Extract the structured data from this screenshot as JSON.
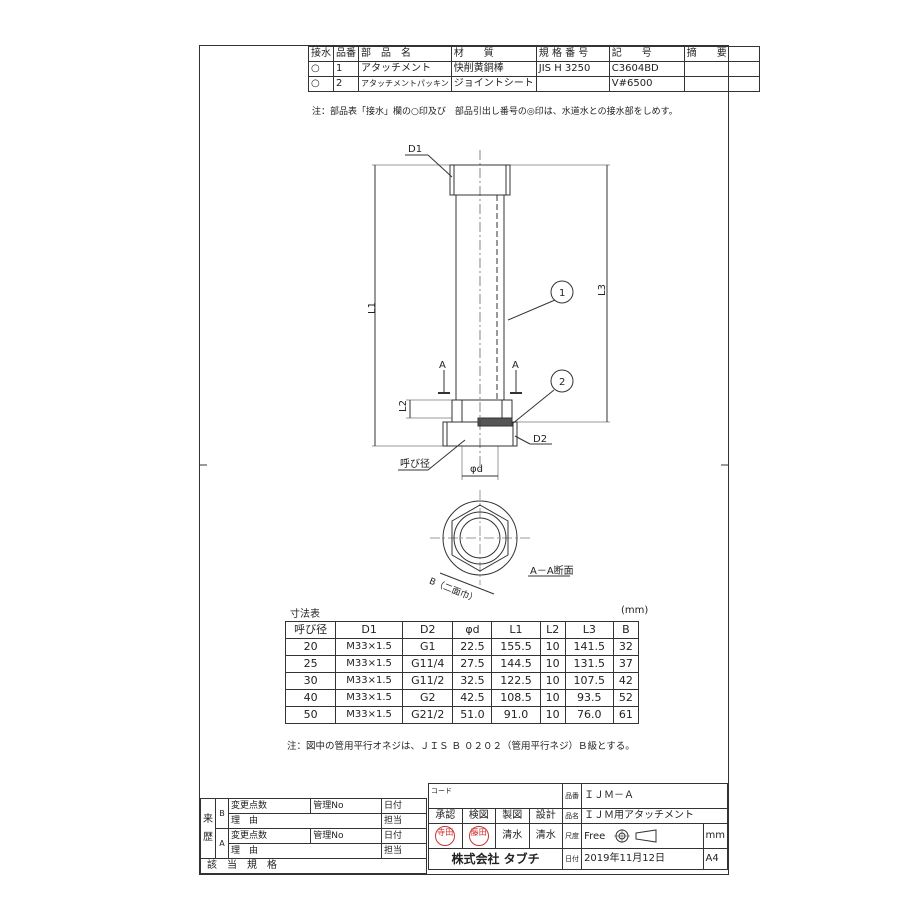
{
  "parts_table": {
    "headers": [
      "接水",
      "品番",
      "部　品　名",
      "材　　質",
      "規 格 番 号",
      "記　　号",
      "摘　　要"
    ],
    "rows": [
      [
        "○",
        "1",
        "アタッチメント",
        "快削黄銅棒",
        "JIS H 3250",
        "C3604BD",
        ""
      ],
      [
        "○",
        "2",
        "アタッチメントパッキン",
        "ジョイントシート",
        "",
        "V#6500",
        ""
      ]
    ],
    "note": "注：部品表「接水」欄の○印及び　部品引出し番号の◎印は、水道水との接水部をしめす。"
  },
  "drawing": {
    "labels": {
      "d1": "D1",
      "d2": "D2",
      "l1": "L1",
      "l2": "L2",
      "l3": "L3",
      "section_a_left": "A",
      "section_a_right": "A",
      "callout_1": "1",
      "callout_2": "2",
      "nominal": "呼び径",
      "phi_d": "φd",
      "b_width": "B（二面巾）",
      "section_title": "A－A断面"
    }
  },
  "dims_table": {
    "title": "寸法表",
    "unit": "(mm)",
    "headers": [
      "呼び径",
      "D1",
      "D2",
      "φd",
      "L1",
      "L2",
      "L3",
      "B"
    ],
    "rows": [
      [
        "20",
        "M33×1.5",
        "G1",
        "22.5",
        "155.5",
        "10",
        "141.5",
        "32"
      ],
      [
        "25",
        "M33×1.5",
        "G11/4",
        "27.5",
        "144.5",
        "10",
        "131.5",
        "37"
      ],
      [
        "30",
        "M33×1.5",
        "G11/2",
        "32.5",
        "122.5",
        "10",
        "107.5",
        "42"
      ],
      [
        "40",
        "M33×1.5",
        "G2",
        "42.5",
        "108.5",
        "10",
        "93.5",
        "52"
      ],
      [
        "50",
        "M33×1.5",
        "G21/2",
        "51.0",
        "91.0",
        "10",
        "76.0",
        "61"
      ]
    ],
    "note": "注：図中の管用平行オネジは、ＪＩＳ Ｂ ０２０２（管用平行ネジ）Ｂ級とする。"
  },
  "revision_block": {
    "side_label_1": "来",
    "side_label_2": "歴",
    "mark_b": "B",
    "mark_a": "A",
    "change_points": "変更点数",
    "reason": "理　由",
    "mgmt_no": "管理No",
    "date": "日付",
    "in_charge": "担当",
    "applicable_spec": "該　当　規　格"
  },
  "title_block": {
    "code_label": "コード",
    "approval": "承認",
    "inspection": "検図",
    "drafting": "製図",
    "design": "設計",
    "stamp1": "寺田",
    "stamp2": "藤田",
    "drafter": "清水",
    "designer": "清水",
    "company": "株式会社 タブチ",
    "part_no_label": "品番",
    "part_no": "ＩＪＭ－Ａ",
    "part_name_label": "品名",
    "part_name": "ＩＪＭ用アタッチメント",
    "scale_label": "尺度",
    "scale": "Free",
    "unit": "mm",
    "date_label": "日付",
    "date": "2019年11月12日",
    "paper": "A4"
  }
}
